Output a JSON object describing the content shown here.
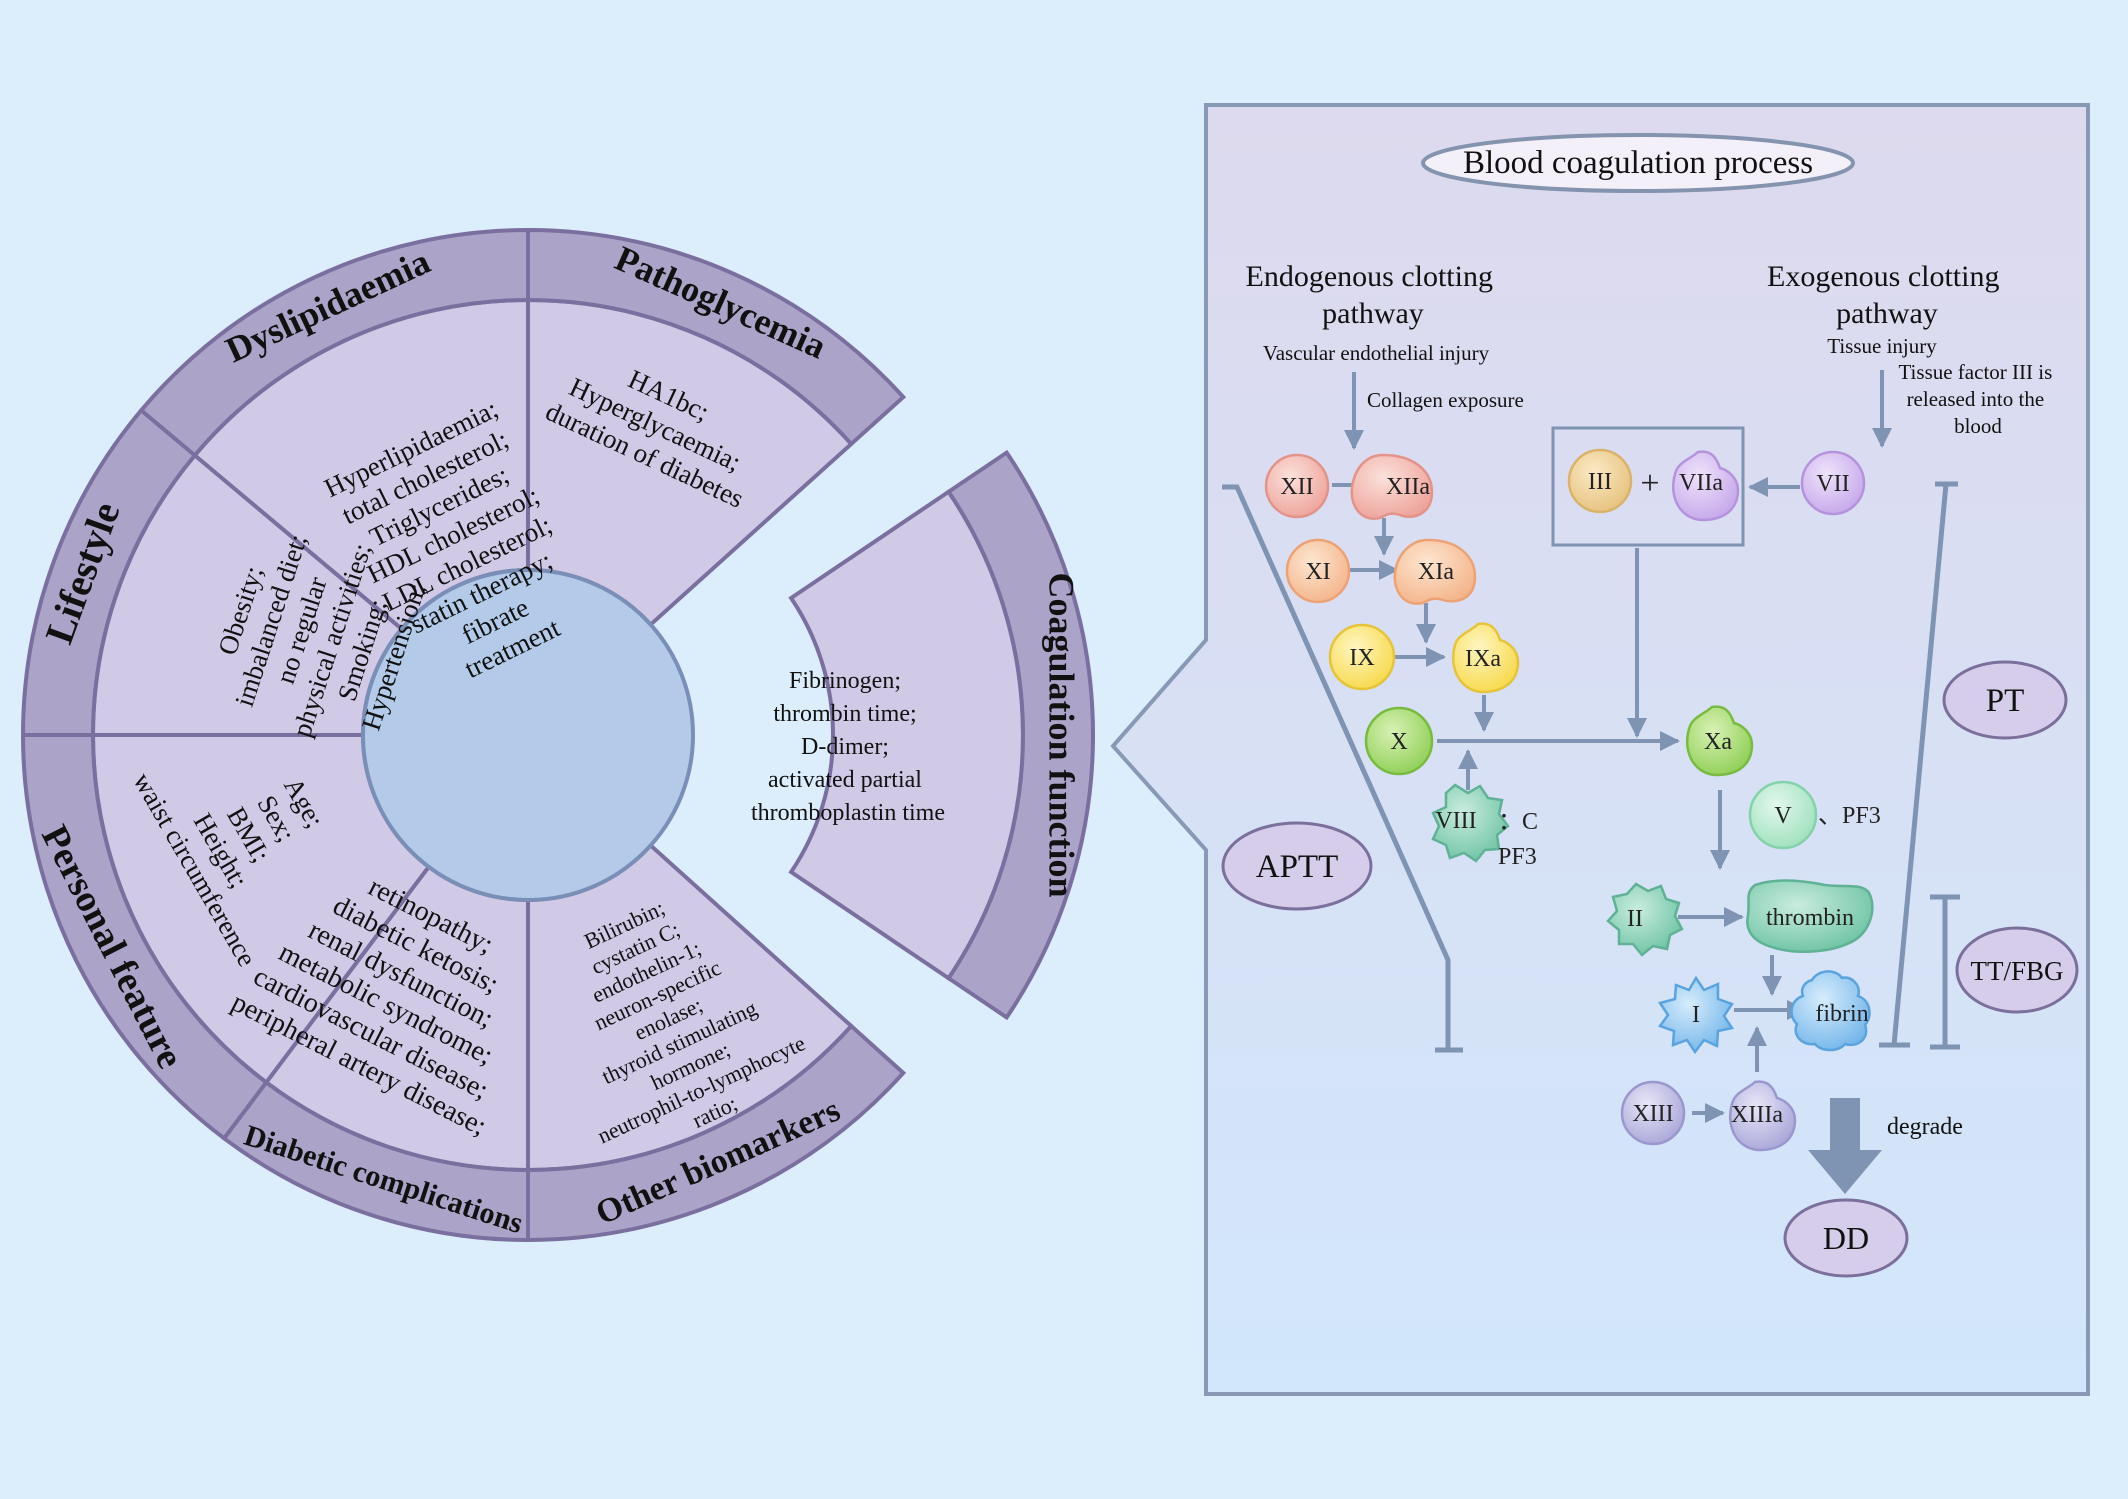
{
  "wheel": {
    "sectors": {
      "dyslipidaemia": {
        "title": "Dyslipidaemia",
        "items": [
          "Hyperlipidaemia;",
          "total cholesterol;",
          "Triglycerides;",
          "HDL cholesterol;",
          "LDL cholesterol;",
          "statin therapy;",
          "fibrate",
          "treatment"
        ]
      },
      "pathoglycemia": {
        "title": "Pathoglycemia",
        "items": [
          "HA1bc;",
          "Hyperglycaemia;",
          "duration of diabetes"
        ]
      },
      "lifestyle": {
        "title": "Lifestyle",
        "items": [
          "Obesity;",
          "imbalanced diet;",
          "no regular",
          "physical activities;",
          "Smoking;",
          "Hypertension;"
        ]
      },
      "personal": {
        "title": "Personal feature",
        "items": [
          "Age;",
          "Sex;",
          "BMI;",
          "Height;",
          "waist circumference"
        ]
      },
      "complications": {
        "title": "Diabetic complications",
        "items": [
          "retinopathy;",
          "diabetic ketosis;",
          "renal dysfunction;",
          "metabolic syndrome;",
          "cardiovascular disease;",
          "peripheral artery disease;"
        ]
      },
      "biomarkers": {
        "title": "Other biomarkers",
        "items": [
          "Bilirubin;",
          "cystatin C;",
          "endothelin-1;",
          "neuron-specific",
          "enolase;",
          "thyroid stimulating",
          "hormone;",
          "neutrophil-to-lymphocyte",
          "ratio;"
        ]
      },
      "coagulation": {
        "title": "Coagulation function",
        "items": [
          "Fibrinogen;",
          "thrombin time;",
          "D-dimer;",
          "activated partial",
          "thromboplastin time"
        ]
      }
    }
  },
  "panel": {
    "title": "Blood coagulation process",
    "endogenous": {
      "title_lines": [
        "Endogenous clotting",
        "pathway"
      ],
      "trigger": "Vascular endothelial injury",
      "sub": "Collagen exposure"
    },
    "exogenous": {
      "title_lines": [
        "Exogenous clotting",
        "pathway"
      ],
      "trigger": "Tissue injury",
      "sub_lines": [
        "Tissue factor III is",
        "released into the",
        "blood"
      ]
    },
    "factors": {
      "xii": "XII",
      "xiia": "XIIa",
      "xi": "XI",
      "xia": "XIa",
      "ix": "IX",
      "ixa": "IXa",
      "x": "X",
      "xa": "Xa",
      "viii": "VIII",
      "viii_cofactor_c": "：C",
      "viii_cofactor_pf3": "PF3",
      "iii": "III",
      "plus": "+",
      "viia": "VIIa",
      "vii": "VII",
      "v": "V",
      "v_cofactor": "、PF3",
      "ii": "II",
      "thrombin": "thrombin",
      "i": "I",
      "fibrin": "fibrin",
      "xiii": "XIII",
      "xiiia": "XIIIa",
      "degrade": "degrade",
      "dd": "DD"
    },
    "tests": {
      "aptt": "APTT",
      "pt": "PT",
      "tt_fbg": "TT/FBG"
    }
  },
  "colors": {
    "background": "#dcedfc",
    "wheel_outer_ring": "#aba4c8",
    "wheel_inner_sector": "#d1cae6",
    "wheel_stroke": "#7a6f9e",
    "hub": "#b3cbe8",
    "panel_border": "#8899b5",
    "arrow": "#7f93b3"
  }
}
